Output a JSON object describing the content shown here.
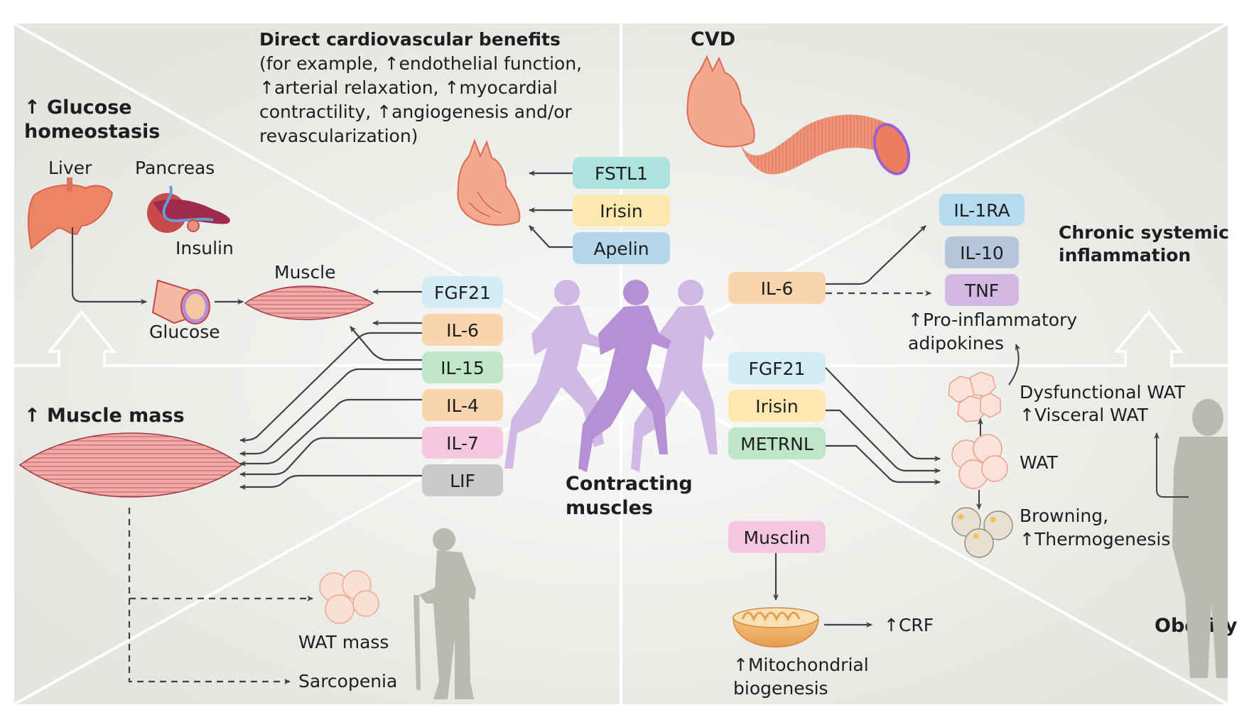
{
  "figure": {
    "center_label": [
      "Contracting",
      "muscles"
    ],
    "panels": {
      "glucose": {
        "title": [
          "↑ Glucose",
          "homeostasis"
        ],
        "labels": {
          "liver": "Liver",
          "pancreas": "Pancreas",
          "insulin": "Insulin",
          "glucose": "Glucose",
          "muscle": "Muscle"
        }
      },
      "cardio": {
        "title": "Direct cardiovascular benefits",
        "description": [
          "(for example, ↑endothelial function,",
          "↑arterial relaxation, ↑myocardial",
          "contractility, ↑angiogenesis and/or",
          "revascularization)"
        ]
      },
      "cvd": {
        "title": "CVD"
      },
      "inflammation": {
        "title": [
          "Chronic systemic",
          "inflammation"
        ],
        "note": [
          "↑Pro-inflammatory",
          "adipokines"
        ]
      },
      "muscle_mass": {
        "title": "↑ Muscle mass",
        "labels": {
          "wat_mass": "WAT mass",
          "sarcopenia": "Sarcopenia"
        }
      },
      "obesity": {
        "title": "Obesity",
        "labels": {
          "dysfunctional": [
            "Dysfunctional WAT",
            "↑Visceral WAT"
          ],
          "wat": "WAT",
          "browning": [
            "Browning,",
            "↑Thermogenesis"
          ]
        }
      },
      "crf": {
        "labels": {
          "crf": "↑CRF",
          "mito": [
            "↑Mitochondrial",
            "biogenesis"
          ]
        }
      }
    },
    "myokines": {
      "cardio": [
        {
          "label": "FSTL1",
          "color": "#ade3df"
        },
        {
          "label": "Irisin",
          "color": "#fde8b0"
        },
        {
          "label": "Apelin",
          "color": "#b4d8ea"
        }
      ],
      "glucose": [
        {
          "label": "FGF21",
          "color": "#d4ecf6"
        }
      ],
      "muscle": [
        {
          "label": "IL-6",
          "color": "#f9d4ad"
        },
        {
          "label": "IL-15",
          "color": "#bfe6c9"
        },
        {
          "label": "IL-4",
          "color": "#f9d4ad"
        },
        {
          "label": "IL-7",
          "color": "#f4c8de"
        },
        {
          "label": "LIF",
          "color": "#c8cacc"
        }
      ],
      "inflammation_source": {
        "label": "IL-6",
        "color": "#f9d4ad"
      },
      "inflammation_targets": [
        {
          "label": "IL-1RA",
          "color": "#b4dbee"
        },
        {
          "label": "IL-10",
          "color": "#b5c6dc"
        },
        {
          "label": "TNF",
          "color": "#d4b8e4"
        }
      ],
      "obesity": [
        {
          "label": "FGF21",
          "color": "#d4ecf6"
        },
        {
          "label": "Irisin",
          "color": "#fde8b0"
        },
        {
          "label": "METRNL",
          "color": "#bfe6c9"
        }
      ],
      "crf": {
        "label": "Musclin",
        "color": "#f4c8de"
      }
    },
    "colors": {
      "panel_bg": "#e8e8e4",
      "center_glow": "#f7f7f5",
      "divider": "#ffffff",
      "arrow": "#3b4447",
      "runner_light": "#c9b3e2",
      "runner_dark": "#b58fd3",
      "silhouette": "#b9bab1",
      "organ": "#ee8466"
    }
  }
}
